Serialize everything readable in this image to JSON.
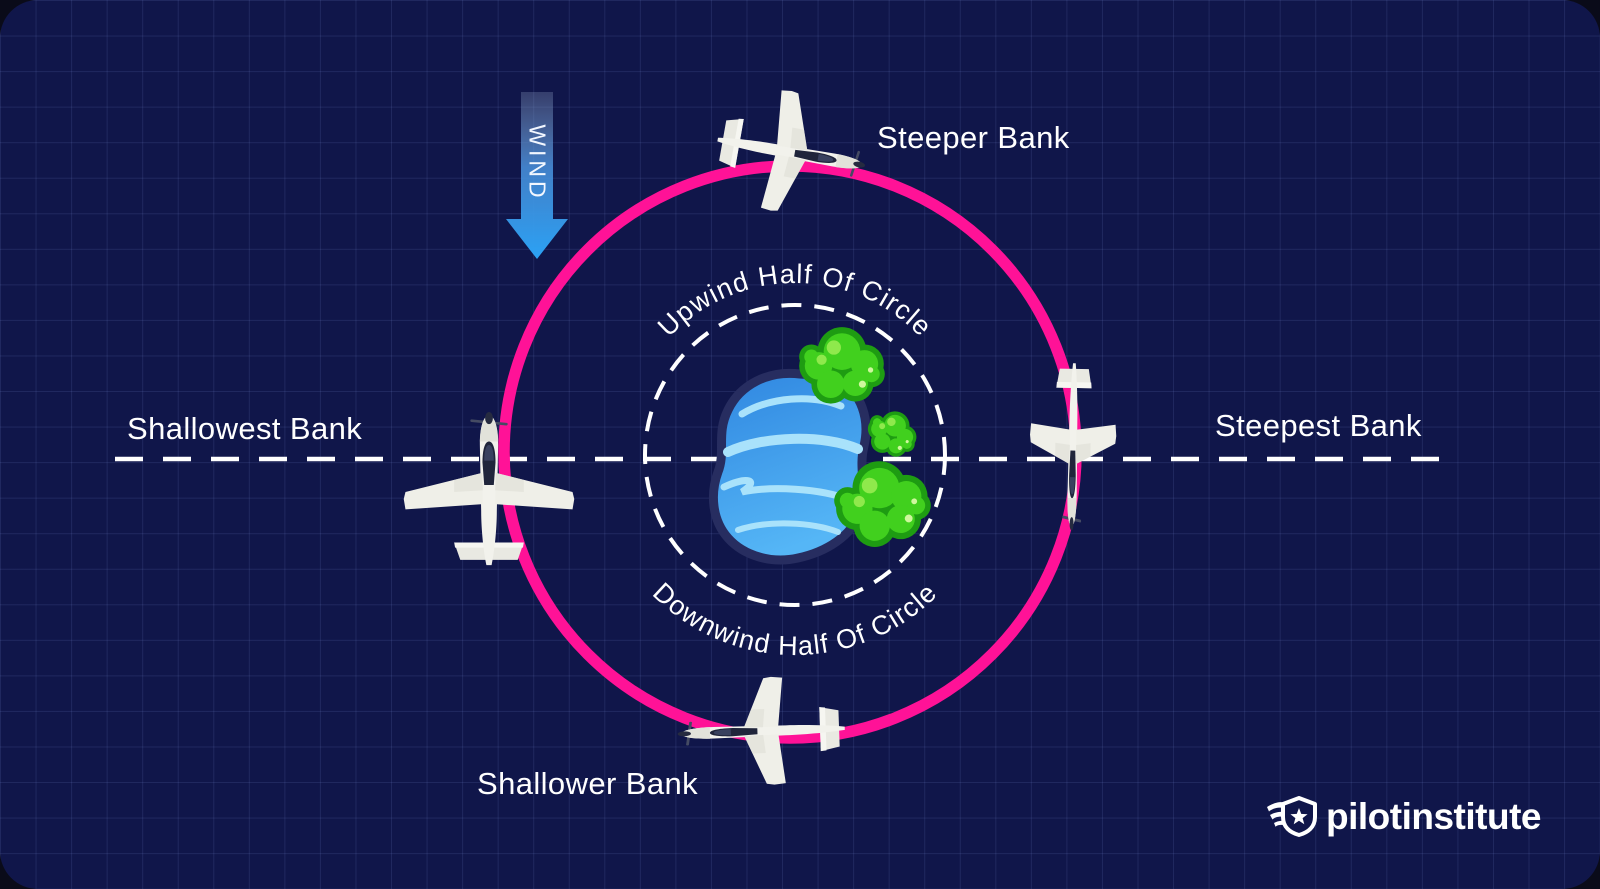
{
  "wind": {
    "label": "WIND"
  },
  "banks": {
    "top": "Steeper Bank",
    "right": "Steepest Bank",
    "bottom": "Shallower Bank",
    "left": "Shallowest Bank"
  },
  "circle": {
    "upwind_label": "Upwind Half Of Circle",
    "downwind_label": "Downwind Half Of Circle"
  },
  "branding": {
    "wordmark": "pilotinstitute"
  },
  "colors": {
    "card_background": "#10164A",
    "outer_background": "#0A0B19",
    "grid_line": "#7C90D8",
    "flight_path_pink": "#FF1297",
    "reference_dash_white": "#FFFFFF",
    "wind_arrow_blue": "#2BA2F5",
    "label_text": "#FFFFFF",
    "lake_blue": "#3B9BEC",
    "lake_highlight": "#A9E2FB",
    "lake_outline": "#272D60",
    "tree_green": "#41D01E",
    "tree_outline_green": "#1E9C12",
    "airplane_white": "#F2F2EC"
  }
}
